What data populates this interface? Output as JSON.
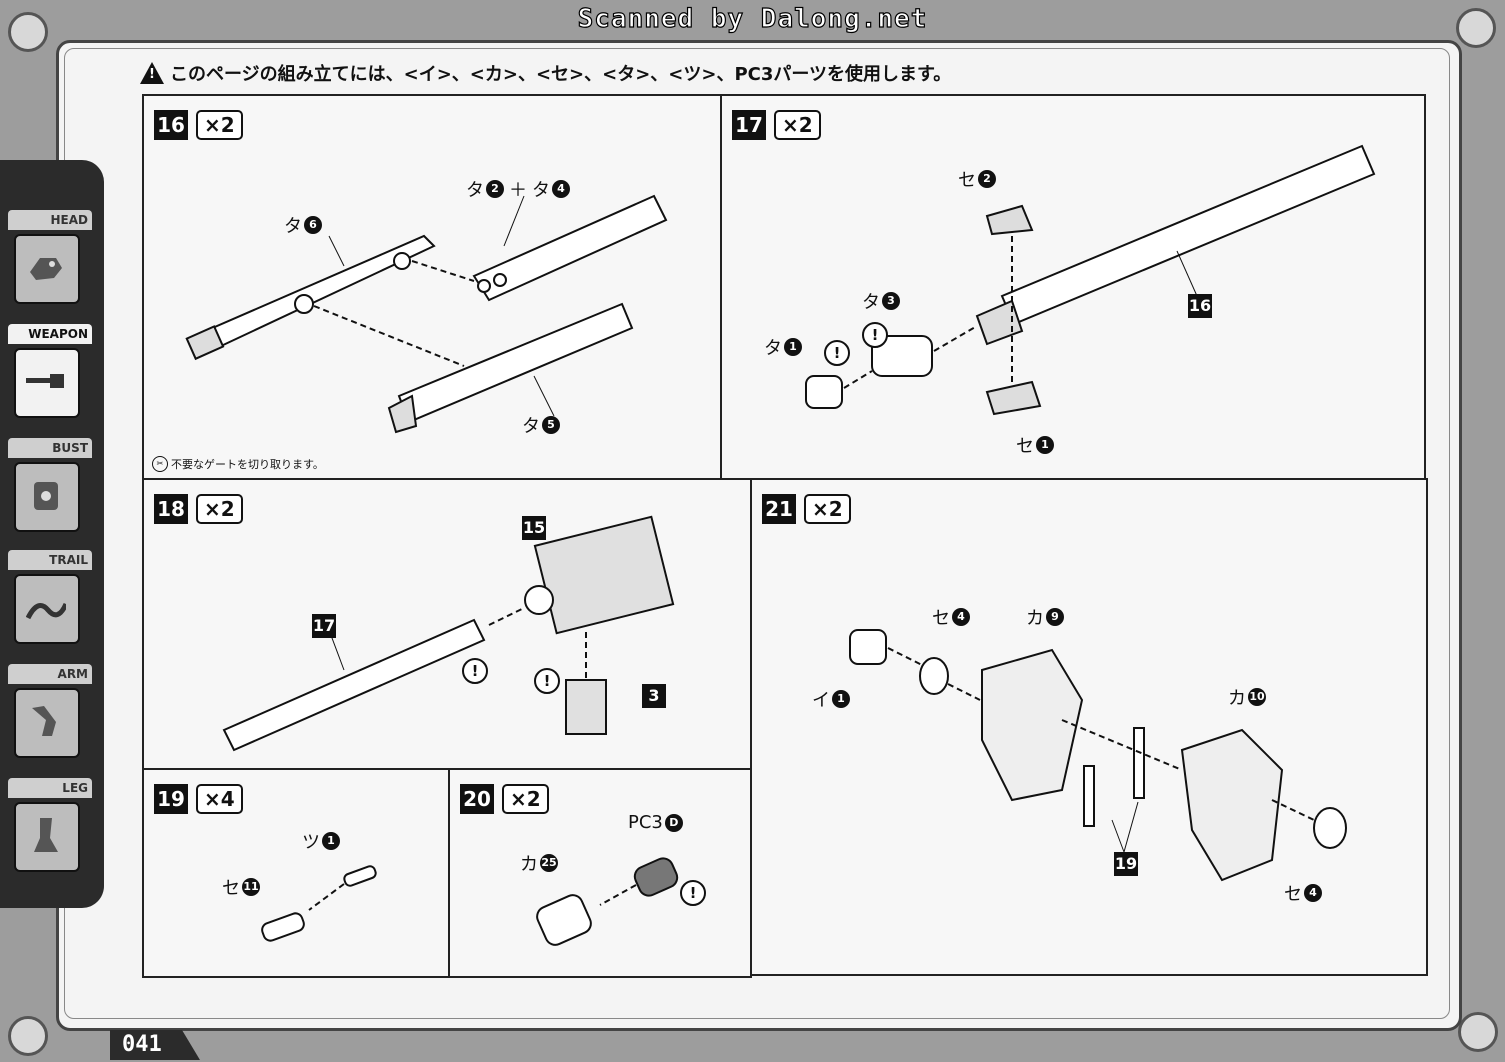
{
  "header": {
    "scanner_credit": "Scanned by Dalong.net"
  },
  "notice": {
    "text": "このページの組み立てには、<イ>、<カ>、<セ>、<タ>、<ツ>、PC3パーツを使用します。"
  },
  "sidebar": {
    "items": [
      {
        "label": "HEAD",
        "active": false
      },
      {
        "label": "WEAPON",
        "active": true
      },
      {
        "label": "BUST",
        "active": false
      },
      {
        "label": "TRAIL",
        "active": false
      },
      {
        "label": "ARM",
        "active": false
      },
      {
        "label": "LEG",
        "active": false
      }
    ]
  },
  "page_number": "041",
  "steps": {
    "s16": {
      "num": "16",
      "qty": "×2",
      "callouts": {
        "a": {
          "pre": "タ",
          "n": "6"
        },
        "b1": {
          "pre": "タ",
          "n": "2"
        },
        "plus": "＋",
        "b2": {
          "pre": "タ",
          "n": "4"
        },
        "c": {
          "pre": "タ",
          "n": "5"
        }
      },
      "gate_note": "不要なゲートを切り取ります。"
    },
    "s17": {
      "num": "17",
      "qty": "×2",
      "callouts": {
        "a": {
          "pre": "セ",
          "n": "2"
        },
        "b": {
          "pre": "タ",
          "n": "3"
        },
        "c": {
          "pre": "タ",
          "n": "1"
        },
        "d": {
          "pre": "セ",
          "n": "1"
        }
      },
      "part": "16"
    },
    "s18": {
      "num": "18",
      "qty": "×2",
      "part_a": "15",
      "part_b": "17",
      "part_c": "3"
    },
    "s19": {
      "num": "19",
      "qty": "×4",
      "callouts": {
        "a": {
          "pre": "ツ",
          "n": "1"
        },
        "b": {
          "pre": "セ",
          "n": "11"
        }
      }
    },
    "s20": {
      "num": "20",
      "qty": "×2",
      "callouts": {
        "a": {
          "pre": "PC3",
          "n": "D"
        },
        "b": {
          "pre": "カ",
          "n": "25"
        }
      }
    },
    "s21": {
      "num": "21",
      "qty": "×2",
      "callouts": {
        "a": {
          "pre": "セ",
          "n": "4"
        },
        "b": {
          "pre": "カ",
          "n": "9"
        },
        "c": {
          "pre": "イ",
          "n": "1"
        },
        "d": {
          "pre": "カ",
          "n": "10"
        },
        "e": {
          "pre": "セ",
          "n": "4"
        }
      },
      "part": "19"
    }
  },
  "warning_mark": "!",
  "gate_icon": "✂"
}
